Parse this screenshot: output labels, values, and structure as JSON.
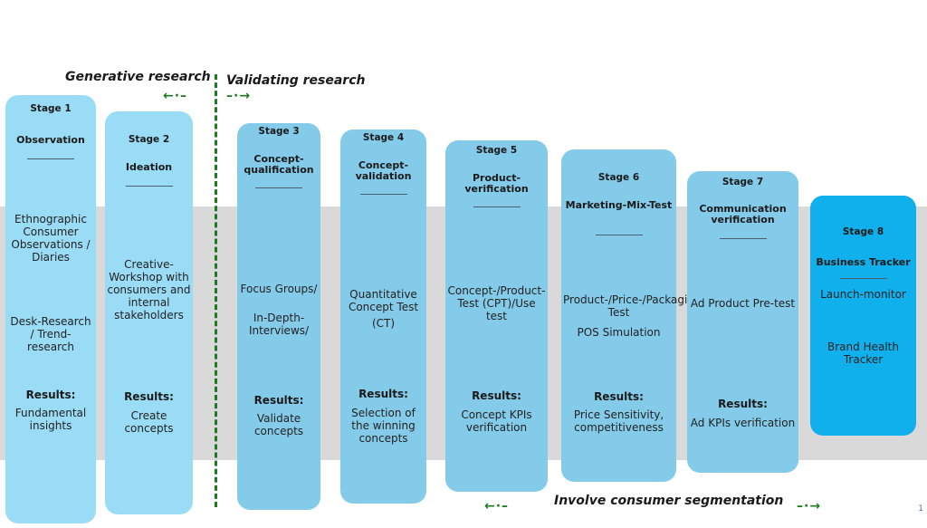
{
  "headers": {
    "generative": "Generative research",
    "validating": "Validating research",
    "left_arrow": "←·–",
    "right_arrow": "–·→"
  },
  "footer": {
    "label": "Involve consumer segmentation",
    "left_arrow": "←·–",
    "right_arrow": "–·→",
    "page_number": "1"
  },
  "stages": [
    {
      "stage": "Stage 1",
      "name": "Observation",
      "methods": [
        "Ethnographic Consumer Observations / Diaries",
        "Desk-Research / Trend-research"
      ],
      "results_label": "Results:",
      "results": "Fundamental insights"
    },
    {
      "stage": "Stage 2",
      "name": "Ideation",
      "methods": [
        "Creative-Workshop with consumers and internal stakeholders"
      ],
      "results_label": "Results:",
      "results": "Create concepts"
    },
    {
      "stage": "Stage 3",
      "name": "Concept-qualification",
      "methods": [
        "Focus Groups/",
        "In-Depth-Interviews/"
      ],
      "results_label": "Results:",
      "results": "Validate concepts"
    },
    {
      "stage": "Stage 4",
      "name": "Concept-validation",
      "methods": [
        "Quantitative Concept Test",
        "(CT)"
      ],
      "results_label": "Results:",
      "results": "Selection of the winning concepts"
    },
    {
      "stage": "Stage 5",
      "name": "Product-verification",
      "methods": [
        "Concept-/Product-Test (CPT)/Use test"
      ],
      "results_label": "Results:",
      "results": "Concept KPIs verification"
    },
    {
      "stage": "Stage 6",
      "name": "Marketing-Mix-Test",
      "methods": [
        "Product-/Price-/Packaging-Test",
        "POS Simulation"
      ],
      "results_label": "Results:",
      "results": "Price Sensitivity, competitiveness"
    },
    {
      "stage": "Stage 7",
      "name": "Communication verification",
      "methods": [
        "Ad Product Pre-test"
      ],
      "results_label": "Results:",
      "results": "Ad KPIs verification"
    },
    {
      "stage": "Stage 8",
      "name": "Business Tracker",
      "methods": [
        "Launch-monitor",
        "Brand Health Tracker"
      ],
      "results_label": "",
      "results": ""
    }
  ]
}
